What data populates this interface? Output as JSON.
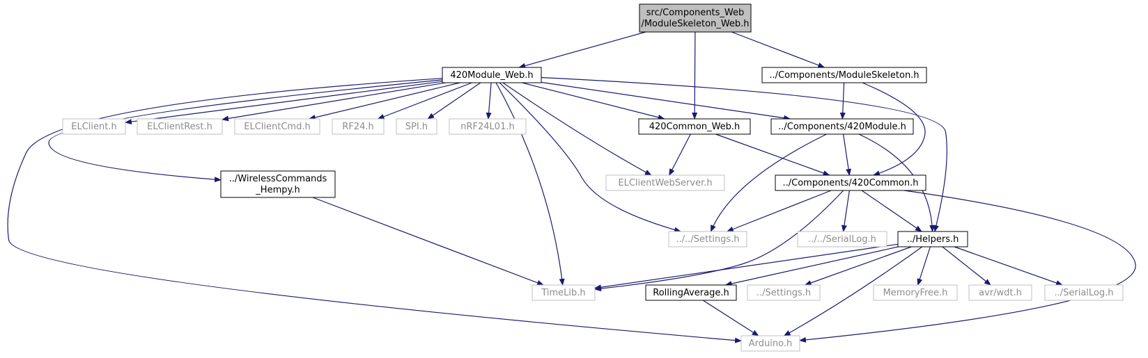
{
  "colors": {
    "edge": "#191970",
    "root_fill": "#bfbfbf",
    "root_stroke": "#000000",
    "local_stroke": "#000000",
    "external_stroke": "#bfbfbf",
    "local_text": "#000000",
    "external_text": "#8c8c8c",
    "background": "#ffffff"
  },
  "nodes": [
    {
      "id": "root",
      "kind": "root",
      "lines": [
        "src/Components_Web",
        "/ModuleSkeleton_Web.h"
      ]
    },
    {
      "id": "module420web",
      "kind": "local",
      "lines": [
        "420Module_Web.h"
      ]
    },
    {
      "id": "moduleskeleton",
      "kind": "local",
      "lines": [
        "../Components/ModuleSkeleton.h"
      ]
    },
    {
      "id": "elclient",
      "kind": "external",
      "lines": [
        "ELClient.h"
      ]
    },
    {
      "id": "elclientrest",
      "kind": "external",
      "lines": [
        "ELClientRest.h"
      ]
    },
    {
      "id": "elclientcmd",
      "kind": "external",
      "lines": [
        "ELClientCmd.h"
      ]
    },
    {
      "id": "rf24",
      "kind": "external",
      "lines": [
        "RF24.h"
      ]
    },
    {
      "id": "spi",
      "kind": "external",
      "lines": [
        "SPI.h"
      ]
    },
    {
      "id": "nrf24l01",
      "kind": "external",
      "lines": [
        "nRF24L01.h"
      ]
    },
    {
      "id": "common420web",
      "kind": "local",
      "lines": [
        "420Common_Web.h"
      ]
    },
    {
      "id": "module420",
      "kind": "local",
      "lines": [
        "../Components/420Module.h"
      ]
    },
    {
      "id": "wireless",
      "kind": "local",
      "lines": [
        "../WirelessCommands",
        "_Hempy.h"
      ]
    },
    {
      "id": "elclientweb",
      "kind": "external",
      "lines": [
        "ELClientWebServer.h"
      ]
    },
    {
      "id": "common420",
      "kind": "local",
      "lines": [
        "../Components/420Common.h"
      ]
    },
    {
      "id": "settings2",
      "kind": "external",
      "lines": [
        "../../Settings.h"
      ]
    },
    {
      "id": "seriallog2",
      "kind": "external",
      "lines": [
        "../../SerialLog.h"
      ]
    },
    {
      "id": "helpers",
      "kind": "local",
      "lines": [
        "../Helpers.h"
      ]
    },
    {
      "id": "timelib",
      "kind": "external",
      "lines": [
        "TimeLib.h"
      ]
    },
    {
      "id": "rolling",
      "kind": "local",
      "lines": [
        "RollingAverage.h"
      ]
    },
    {
      "id": "settings1",
      "kind": "external",
      "lines": [
        "../Settings.h"
      ]
    },
    {
      "id": "memfree",
      "kind": "external",
      "lines": [
        "MemoryFree.h"
      ]
    },
    {
      "id": "wdt",
      "kind": "external",
      "lines": [
        "avr/wdt.h"
      ]
    },
    {
      "id": "seriallog1",
      "kind": "external",
      "lines": [
        "../SerialLog.h"
      ]
    },
    {
      "id": "arduino",
      "kind": "external",
      "lines": [
        "Arduino.h"
      ]
    }
  ],
  "edges": [
    [
      "root",
      "module420web"
    ],
    [
      "root",
      "common420web"
    ],
    [
      "root",
      "moduleskeleton"
    ],
    [
      "module420web",
      "elclient"
    ],
    [
      "module420web",
      "elclientrest"
    ],
    [
      "module420web",
      "elclientcmd"
    ],
    [
      "module420web",
      "rf24"
    ],
    [
      "module420web",
      "spi"
    ],
    [
      "module420web",
      "nrf24l01"
    ],
    [
      "module420web",
      "common420web"
    ],
    [
      "module420web",
      "module420"
    ],
    [
      "module420web",
      "wireless"
    ],
    [
      "module420web",
      "elclientweb"
    ],
    [
      "module420web",
      "settings2"
    ],
    [
      "module420web",
      "timelib"
    ],
    [
      "module420web",
      "helpers"
    ],
    [
      "module420web",
      "arduino"
    ],
    [
      "moduleskeleton",
      "module420"
    ],
    [
      "moduleskeleton",
      "common420"
    ],
    [
      "common420web",
      "elclientweb"
    ],
    [
      "common420web",
      "common420"
    ],
    [
      "module420",
      "common420"
    ],
    [
      "module420",
      "settings2"
    ],
    [
      "module420",
      "helpers"
    ],
    [
      "wireless",
      "timelib"
    ],
    [
      "common420",
      "settings2"
    ],
    [
      "common420",
      "seriallog2"
    ],
    [
      "common420",
      "helpers"
    ],
    [
      "common420",
      "timelib"
    ],
    [
      "common420",
      "arduino"
    ],
    [
      "helpers",
      "timelib"
    ],
    [
      "helpers",
      "rolling"
    ],
    [
      "helpers",
      "settings1"
    ],
    [
      "helpers",
      "memfree"
    ],
    [
      "helpers",
      "wdt"
    ],
    [
      "helpers",
      "seriallog1"
    ],
    [
      "helpers",
      "arduino"
    ],
    [
      "rolling",
      "arduino"
    ]
  ]
}
